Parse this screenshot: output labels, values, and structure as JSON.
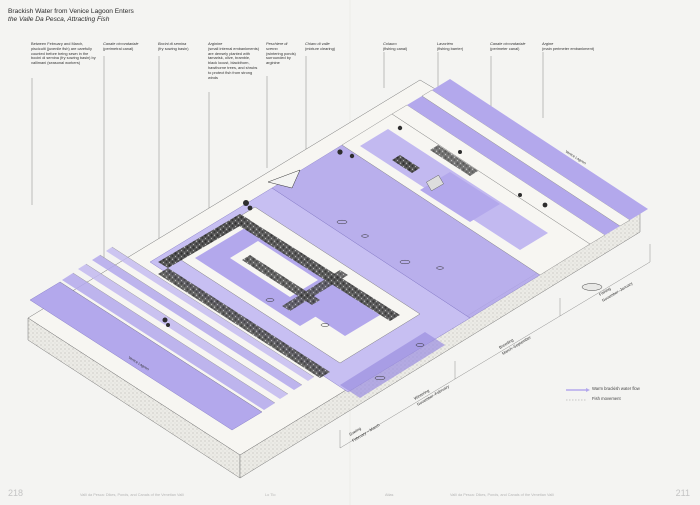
{
  "title": {
    "line1": "Brackish Water from Venice Lagoon Enters",
    "line2": "the Valle Da Pesca, Attracting Fish"
  },
  "columns": [
    {
      "name": "",
      "body": "Between February and March, pisciculti (juvenile fish) are carefully counted before being sewn in the bocini di semina (fry sowing basin) by vallimani (seasonal workers)"
    },
    {
      "name": "Canale circondariale",
      "body": "(perimetral canal)"
    },
    {
      "name": "Bocini di semina",
      "body": "(fry sowing basin)"
    },
    {
      "name": "Arginine",
      "body": "(small internal embankments) are densely planted with tamarisk, olive, bramble, black locust, blackthorn, hawthorne trees, and shrubs to protect fish from strong winds"
    },
    {
      "name": "Peschiere di sverno",
      "body": "(wintering ponds) surrounded by arginine"
    },
    {
      "name": "Chiaro di valle",
      "body": "(mixture clearing)"
    },
    {
      "name": "Colauro",
      "body": "(fishing canal)"
    },
    {
      "name": "Lavoriéro",
      "body": "(fishing barrier)"
    },
    {
      "name": "Canale circondariale",
      "body": "(perimeter canal)"
    },
    {
      "name": "Argine",
      "body": "(main perimeter embankment)"
    }
  ],
  "diagram_labels": {
    "lagoon_left": "Venice Lagoon",
    "lagoon_right": "Venice Lagoon"
  },
  "seasons": [
    {
      "name": "Sowing",
      "months": "February – March"
    },
    {
      "name": "Wintering",
      "months": "November–February"
    },
    {
      "name": "Breeding",
      "months": "March–September"
    },
    {
      "name": "Fishing",
      "months": "November–January"
    }
  ],
  "legend": [
    {
      "label": "Warm brackish water flow"
    },
    {
      "label": "Fish movement"
    }
  ],
  "footer": {
    "left_page": "218",
    "right_page": "211",
    "left_running": "Valli da Pesca: Dikes, Ponds, and Canals of the Venetian Valli",
    "left_section": "Lo Tlo",
    "right_section": "Atlas",
    "right_running": "Valli da Pesca: Dikes, Ponds, and Canals of the Venetian Valli"
  },
  "colors": {
    "water": "#b3a8ec",
    "water_dark": "#9b8fe0",
    "earth_top": "#f7f6f2",
    "earth_side": "#e4e2dc",
    "vegetation": "#3a3a3a"
  }
}
